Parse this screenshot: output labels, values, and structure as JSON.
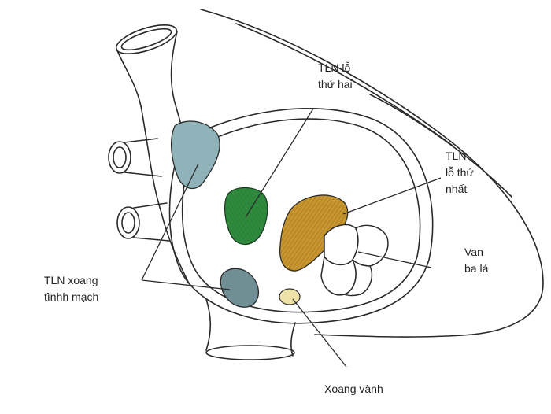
{
  "labels": {
    "secundum": [
      "TLN lỗ",
      "thứ hai"
    ],
    "primum": [
      "TLN",
      "lỗ thứ",
      "nhất"
    ],
    "tricuspid": [
      "Van",
      "ba lá"
    ],
    "sinus_venosus": [
      "TLN xoang",
      "tĩnhh mạch"
    ],
    "coronary_sinus": [
      "Xoang vành"
    ]
  },
  "colors": {
    "secundum_defect": "#2f8a3e",
    "primum_defect": "#b98a2e",
    "sinus_venosus_defect": "#8fb3b8",
    "coronary_sinus": "#efe2a8",
    "line": "#2a2a2a"
  }
}
